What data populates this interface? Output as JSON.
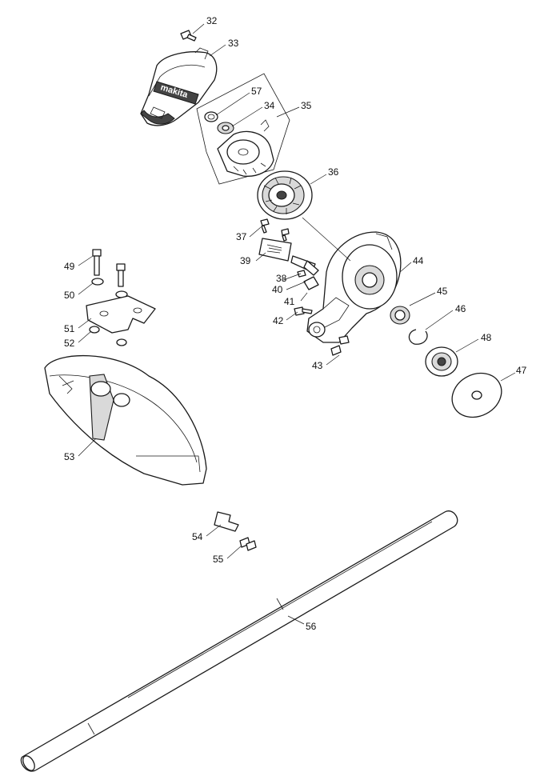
{
  "logo_text": "makita",
  "callouts": [
    {
      "id": "32",
      "label": "32"
    },
    {
      "id": "33",
      "label": "33"
    },
    {
      "id": "57",
      "label": "57"
    },
    {
      "id": "34",
      "label": "34"
    },
    {
      "id": "35",
      "label": "35"
    },
    {
      "id": "36",
      "label": "36"
    },
    {
      "id": "37",
      "label": "37"
    },
    {
      "id": "39",
      "label": "39"
    },
    {
      "id": "44",
      "label": "44"
    },
    {
      "id": "38",
      "label": "38"
    },
    {
      "id": "40",
      "label": "40"
    },
    {
      "id": "41",
      "label": "41"
    },
    {
      "id": "42",
      "label": "42"
    },
    {
      "id": "43",
      "label": "43"
    },
    {
      "id": "45",
      "label": "45"
    },
    {
      "id": "46",
      "label": "46"
    },
    {
      "id": "48",
      "label": "48"
    },
    {
      "id": "47",
      "label": "47"
    },
    {
      "id": "49",
      "label": "49"
    },
    {
      "id": "50",
      "label": "50"
    },
    {
      "id": "51",
      "label": "51"
    },
    {
      "id": "52",
      "label": "52"
    },
    {
      "id": "53",
      "label": "53"
    },
    {
      "id": "54",
      "label": "54"
    },
    {
      "id": "55",
      "label": "55"
    },
    {
      "id": "56",
      "label": "56"
    }
  ]
}
